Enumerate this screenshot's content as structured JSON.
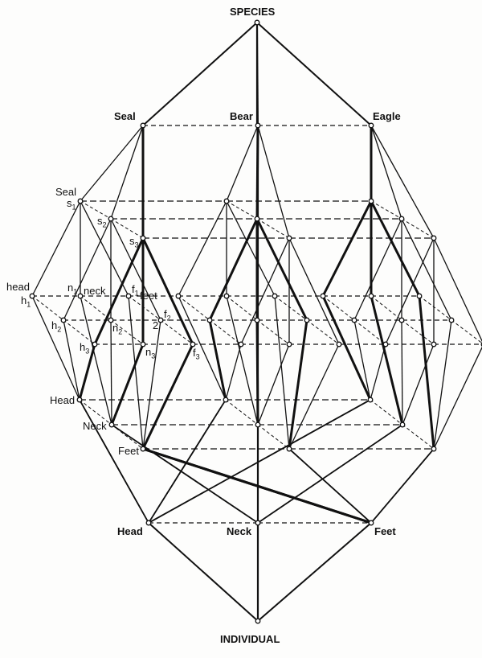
{
  "top": {
    "root": "SPECIES",
    "species": [
      "Seal",
      "Bear",
      "Eagle"
    ]
  },
  "bottom": {
    "parts": [
      "Head",
      "Neck",
      "Feet"
    ],
    "root": "INDIVIDUAL"
  },
  "seal_block_labels": {
    "seal": "Seal",
    "s": "s",
    "head": "head",
    "neck": "neck",
    "feet": "feet",
    "h": "h",
    "n": "n",
    "f": "f",
    "two": "2",
    "Head": "Head",
    "Neck": "Neck",
    "Feet": "Feet",
    "sub1": "1",
    "sub2": "2",
    "sub3": "3"
  },
  "colors": {
    "line": "#111111",
    "background": "#fdfdfc"
  }
}
